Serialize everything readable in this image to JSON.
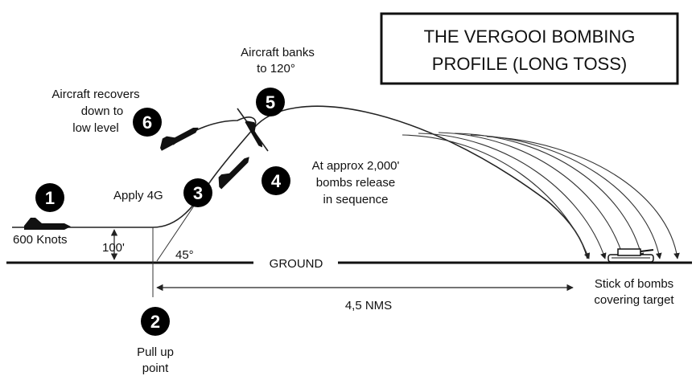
{
  "title": {
    "line1": "THE VERGOOI BOMBING",
    "line2": "PROFILE (LONG TOSS)"
  },
  "steps": [
    {
      "number": "1",
      "lines": [
        "600 Knots"
      ]
    },
    {
      "number": "2",
      "lines": [
        "Pull up",
        "point"
      ]
    },
    {
      "number": "3",
      "lines": [
        "Apply 4G"
      ]
    },
    {
      "number": "4",
      "lines": [
        "At approx 2,000'",
        "bombs release",
        "in sequence"
      ]
    },
    {
      "number": "5",
      "lines": [
        "Aircraft banks",
        "to 120°"
      ]
    },
    {
      "number": "6",
      "lines": [
        "Aircraft recovers",
        "down to",
        "low level"
      ]
    }
  ],
  "ground_label": "GROUND",
  "altitude_label": "100'",
  "angle_label": "45°",
  "distance_label": "4,5 NMS",
  "target_label": {
    "line1": "Stick of bombs",
    "line2": "covering target"
  },
  "icons": {
    "aircraft": "aircraft-silhouette-icon",
    "target": "tank-target-icon"
  },
  "colors": {
    "ink": "#111111",
    "background": "#ffffff"
  }
}
